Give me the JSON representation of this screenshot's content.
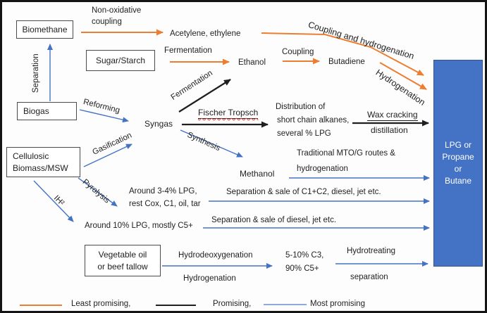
{
  "figure": {
    "title_hint": "Pathways from biomass feedstocks to LPG / Propane / Butane",
    "boxes": {
      "biomethane": "Biomethane",
      "sugar_starch": "Sugar/Starch",
      "biogas": "Biogas",
      "cellulosic_l1": "Cellulosic",
      "cellulosic_l2": "Biomass/MSW",
      "veg_oil_l1": "Vegetable oil",
      "veg_oil_l2": "or beef tallow"
    },
    "product_box": {
      "l1": "LPG or",
      "l2": "Propane",
      "l3": "or",
      "l4": "Butane"
    },
    "nodes": {
      "acetylene": "Acetylene, ethylene",
      "ethanol": "Ethanol",
      "butadiene": "Butadiene",
      "syngas": "Syngas",
      "distribution_l1": "Distribution of",
      "distribution_l2": "short chain alkanes,",
      "distribution_l3": "several % LPG",
      "methanol": "Methanol",
      "lpg34_l1": "Around 3-4% LPG,",
      "lpg34_l2": "rest Cox, C1, oil, tar",
      "lpg10": "Around 10% LPG, mostly C5+",
      "c3_l1": "5-10% C3,",
      "c3_l2": "90% C5+"
    },
    "edge_labels": {
      "non_oxidative_l1": "Non-oxidative",
      "non_oxidative_l2": "coupling",
      "fermentation_orange": "Fermentation",
      "coupling_and_hydrogenation": "Coupling and hydrogenation",
      "coupling": "Coupling",
      "hydrogenation_orange": "Hydrogenation",
      "separation_vertical": "Separation",
      "reforming": "Reforming",
      "fermentation_black": "Fermentation",
      "fischer_tropsch": "Fischer Tropsch",
      "synthesis": "Synthesis",
      "gasification": "Gasification",
      "pyrolysis": "Pyrolysis",
      "ih2": "IH²",
      "wax_cracking_l1": "Wax cracking",
      "wax_cracking_l2": "distillation",
      "mto_l1": "Traditional MTO/G routes &",
      "mto_l2": "hydrogenation",
      "sep_c1c2": "Separation & sale of C1+C2, diesel, jet etc.",
      "sep_diesel": "Separation & sale of diesel, jet etc.",
      "hydrodeoxygenation": "Hydrodeoxygenation",
      "hydrogenation_blue": "Hydrogenation",
      "hydrotreating": "Hydrotreating",
      "separation_lower": "separation"
    },
    "legend": {
      "least": "Least promising,",
      "promising": "Promising,",
      "most": "Most promising"
    },
    "colors": {
      "orange": "#ED7D31",
      "blue": "#4472C4",
      "black": "#1f1f1f",
      "legend_blue": "#8EAADB",
      "product_fill": "#4472C4",
      "product_text": "#ffffff"
    }
  }
}
